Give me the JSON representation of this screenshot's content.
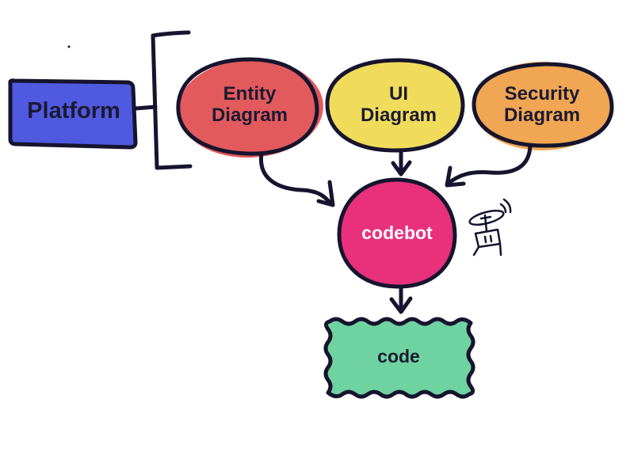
{
  "diagram": {
    "type": "flowchart",
    "colors": {
      "stroke": "#16142e",
      "platform": "#4f5ae0",
      "entity": "#e35a5d",
      "ui": "#f0dc5a",
      "security": "#f1a653",
      "codebot": "#e8317a",
      "code": "#6fd3a1",
      "background": "#ffffff"
    },
    "nodes": {
      "platform": {
        "label": "Platform"
      },
      "entity": {
        "line1": "Entity",
        "line2": "Diagram"
      },
      "ui": {
        "line1": "UI",
        "line2": "Diagram"
      },
      "security": {
        "line1": "Security",
        "line2": "Diagram"
      },
      "codebot": {
        "label": "codebot"
      },
      "code": {
        "label": "code"
      }
    },
    "edges": [
      {
        "from": "platform",
        "to": "bracket-group"
      },
      {
        "from": "entity",
        "to": "codebot"
      },
      {
        "from": "ui",
        "to": "codebot"
      },
      {
        "from": "security",
        "to": "codebot"
      },
      {
        "from": "codebot",
        "to": "code"
      }
    ],
    "decorations": [
      "robot-icon"
    ]
  }
}
